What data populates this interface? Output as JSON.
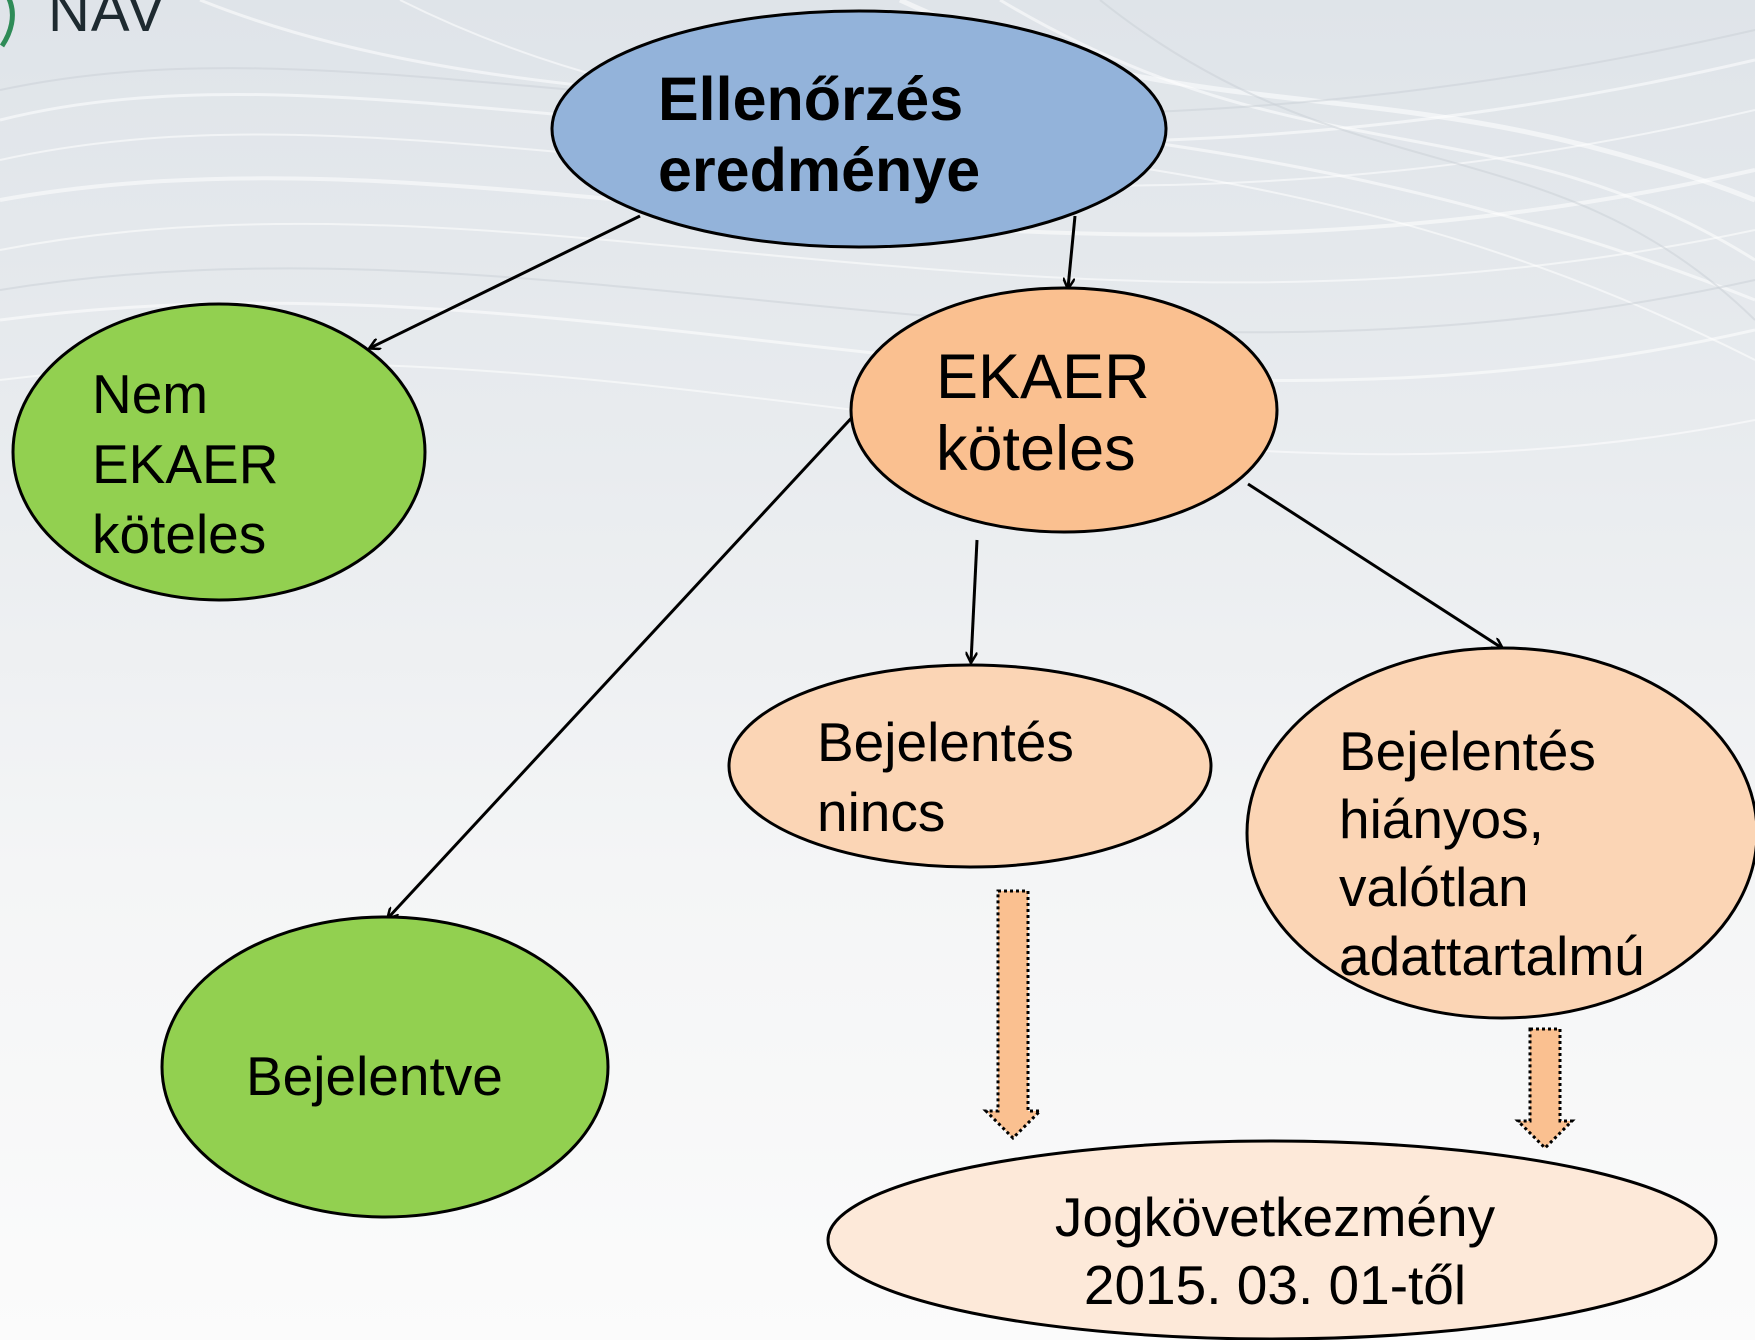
{
  "logo": {
    "text": "NAV"
  },
  "nodes": {
    "root": {
      "lines": [
        "Ellenőrzés",
        "eredménye"
      ]
    },
    "not_obliged": {
      "lines": [
        "Nem",
        "EKAER",
        "köteles"
      ]
    },
    "obliged": {
      "lines": [
        "EKAER",
        "köteles"
      ]
    },
    "reported": {
      "lines": [
        "Bejelentve"
      ]
    },
    "no_report": {
      "lines": [
        "Bejelentés",
        "nincs"
      ]
    },
    "faulty_report": {
      "lines": [
        "Bejelentés",
        "hiányos,",
        "valótlan",
        "adattartalmú"
      ]
    },
    "consequence": {
      "lines": [
        "Jogkövetkezmény",
        "2015. 03. 01-től"
      ]
    }
  },
  "colors": {
    "root_fill": "#93b3da",
    "green_fill": "#92d050",
    "orange_fill": "#fac090",
    "light_orange_fill": "#fbd5b5",
    "pale_fill": "#fde9d9",
    "arrow_fill": "#fac090",
    "outline": "#000000",
    "logo_green": "#2e8b57"
  }
}
